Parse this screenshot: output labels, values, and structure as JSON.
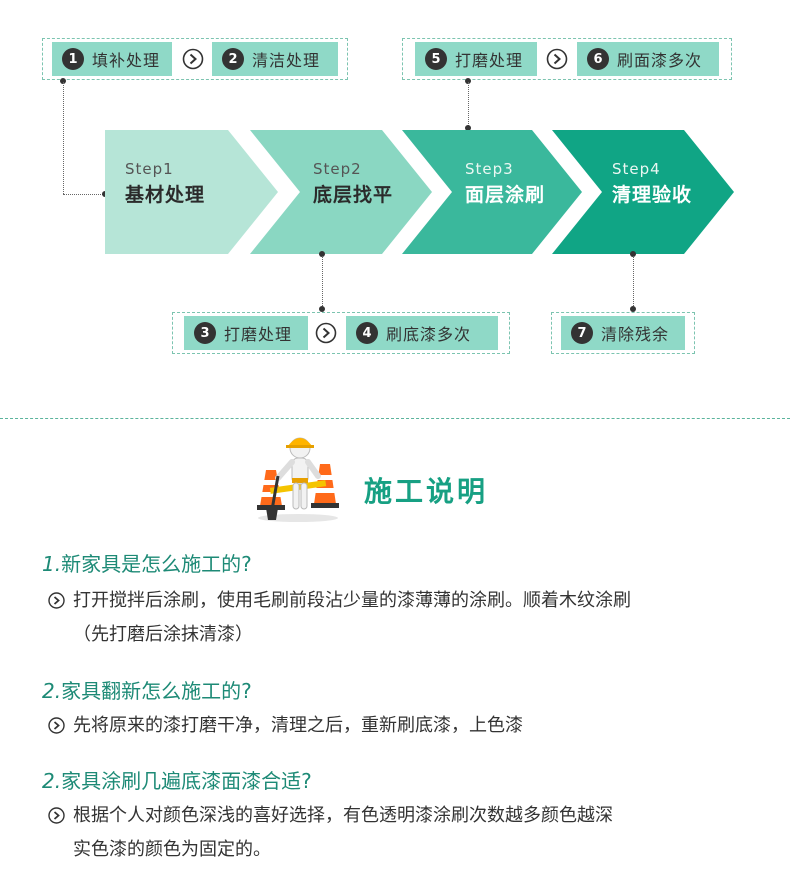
{
  "top_callouts": [
    {
      "num": "1",
      "label": "填补处理"
    },
    {
      "num": "2",
      "label": "清洁处理"
    },
    {
      "num": "5",
      "label": "打磨处理"
    },
    {
      "num": "6",
      "label": "刷面漆多次"
    }
  ],
  "bottom_callouts": [
    {
      "num": "3",
      "label": "打磨处理"
    },
    {
      "num": "4",
      "label": "刷底漆多次"
    },
    {
      "num": "7",
      "label": "清除残余"
    }
  ],
  "steps": [
    {
      "label": "Step1",
      "title": "基材处理",
      "color": "#b6e5d7"
    },
    {
      "label": "Step2",
      "title": "底层找平",
      "color": "#8ad7c2"
    },
    {
      "label": "Step3",
      "title": "面层涂刷",
      "color": "#3ab89c"
    },
    {
      "label": "Step4",
      "title": "清理验收",
      "color": "#10a585"
    }
  ],
  "section": {
    "title": "施工说明",
    "accent": "#17a083"
  },
  "faq": [
    {
      "qnum": "1.",
      "question": "新家具是怎么施工的?",
      "answer_lines": [
        "打开搅拌后涂刷，使用毛刷前段沾少量的漆薄薄的涂刷。顺着木纹涂刷",
        "（先打磨后涂抹清漆）"
      ]
    },
    {
      "qnum": "2.",
      "question": "家具翻新怎么施工的?",
      "answer_lines": [
        "先将原来的漆打磨干净，清理之后，重新刷底漆，上色漆"
      ]
    },
    {
      "qnum": "2.",
      "question": "家具涂刷几遍底漆面漆合适?",
      "answer_lines": [
        "根据个人对颜色深浅的喜好选择，有色透明漆涂刷次数越多颜色越深",
        "实色漆的颜色为固定的。"
      ]
    }
  ]
}
